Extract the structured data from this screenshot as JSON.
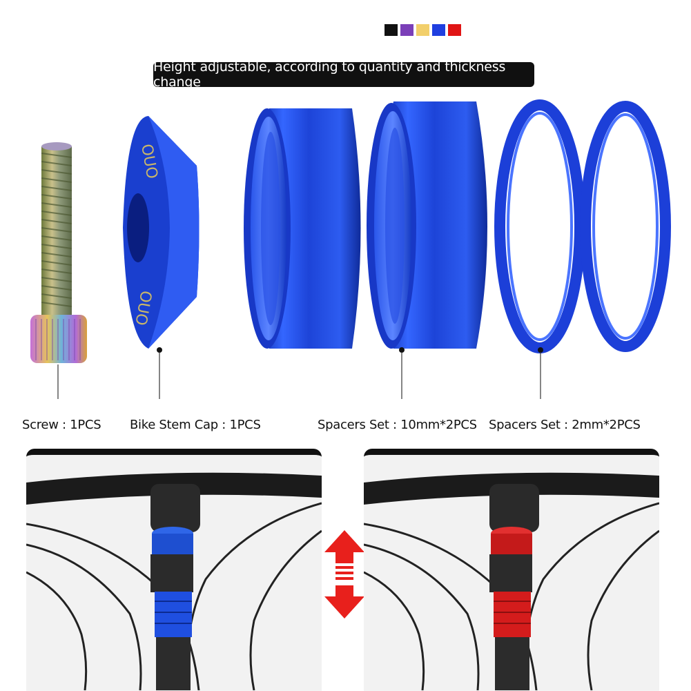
{
  "color_options": [
    {
      "name": "black",
      "hex": "#111111"
    },
    {
      "name": "purple",
      "hex": "#7b3fb8"
    },
    {
      "name": "gold",
      "hex": "#f2cf6b"
    },
    {
      "name": "blue",
      "hex": "#1f3fe0"
    },
    {
      "name": "red",
      "hex": "#e01515"
    }
  ],
  "banner": {
    "text": "Height adjustable, according to quantity and thickness change"
  },
  "parts": [
    {
      "label": "Screw : 1PCS"
    },
    {
      "label": "Bike Stem Cap : 1PCS"
    },
    {
      "label": "Spacers Set : 10mm*2PCS"
    },
    {
      "label": "Spacers Set : 2mm*2PCS"
    }
  ],
  "colors": {
    "spacer_blue": "#1a3fd6",
    "cap_red": "#d01818",
    "arrow_red": "#e8201c"
  }
}
